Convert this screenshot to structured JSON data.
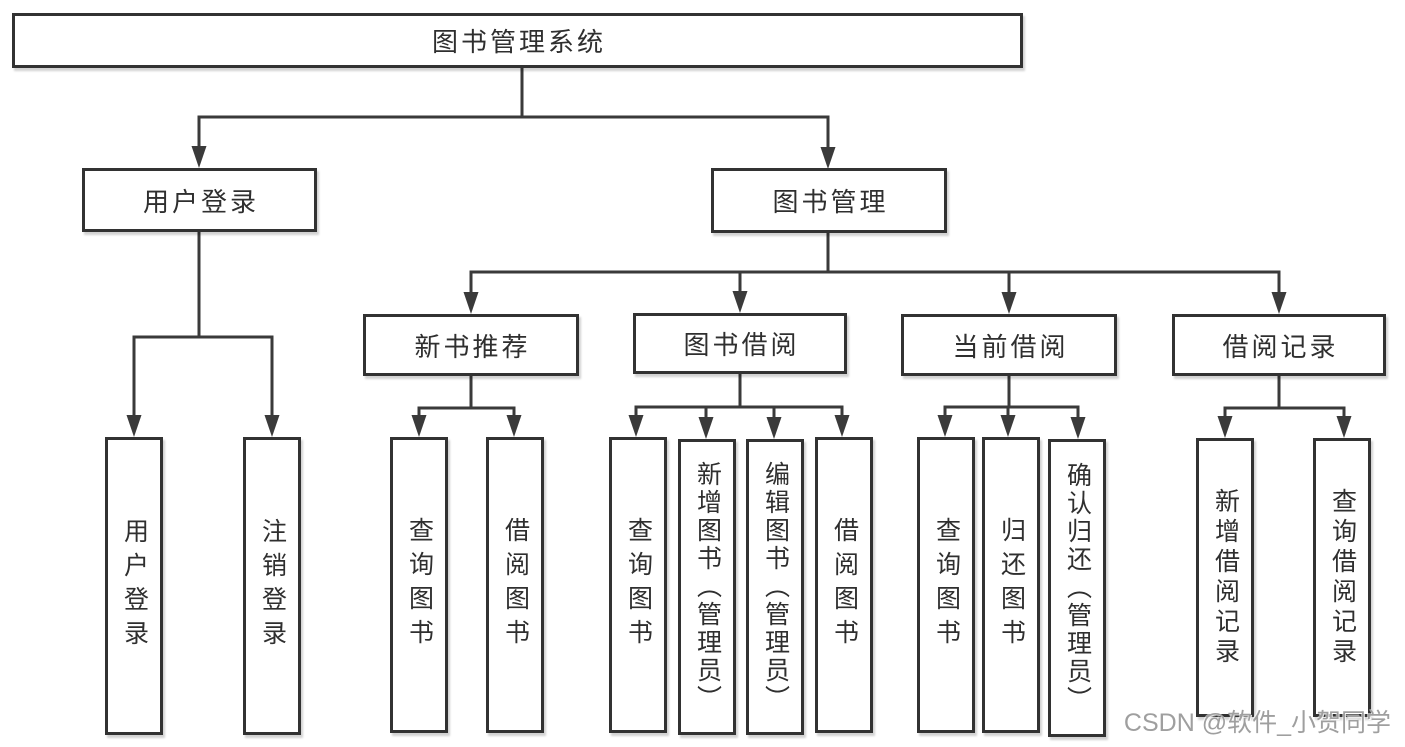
{
  "diagram": {
    "title": "图书管理系统",
    "nodes": [
      {
        "id": "root",
        "label": "图书管理系统",
        "parent": null
      },
      {
        "id": "user-login",
        "label": "用户登录",
        "parent": "root"
      },
      {
        "id": "book-mgmt",
        "label": "图书管理",
        "parent": "root"
      },
      {
        "id": "new-book",
        "label": "新书推荐",
        "parent": "book-mgmt"
      },
      {
        "id": "book-borrow",
        "label": "图书借阅",
        "parent": "book-mgmt"
      },
      {
        "id": "current-borrow",
        "label": "当前借阅",
        "parent": "book-mgmt"
      },
      {
        "id": "borrow-record",
        "label": "借阅记录",
        "parent": "book-mgmt"
      },
      {
        "id": "ul-login",
        "label": "用户登录",
        "parent": "user-login"
      },
      {
        "id": "ul-logout",
        "label": "注销登录",
        "parent": "user-login"
      },
      {
        "id": "nb-query",
        "label": "查询图书",
        "parent": "new-book"
      },
      {
        "id": "nb-borrow",
        "label": "借阅图书",
        "parent": "new-book"
      },
      {
        "id": "bb-query",
        "label": "查询图书",
        "parent": "book-borrow"
      },
      {
        "id": "bb-add",
        "label": "新增图书（管理员）",
        "parent": "book-borrow"
      },
      {
        "id": "bb-edit",
        "label": "编辑图书（管理员）",
        "parent": "book-borrow"
      },
      {
        "id": "bb-borrow",
        "label": "借阅图书",
        "parent": "book-borrow"
      },
      {
        "id": "cb-query",
        "label": "查询图书",
        "parent": "current-borrow"
      },
      {
        "id": "cb-return",
        "label": "归还图书",
        "parent": "current-borrow"
      },
      {
        "id": "cb-confirm",
        "label": "确认归还（管理员）",
        "parent": "current-borrow"
      },
      {
        "id": "br-add",
        "label": "新增借阅记录",
        "parent": "borrow-record"
      },
      {
        "id": "br-query",
        "label": "查询借阅记录",
        "parent": "borrow-record"
      }
    ]
  },
  "watermark": {
    "text": "CSDN @软件_小贺同学"
  },
  "colors": {
    "border": "#323232",
    "line": "#3a3a3a",
    "text": "#2f2f2f",
    "background": "#ffffff",
    "watermark": "#9f9f9f"
  }
}
